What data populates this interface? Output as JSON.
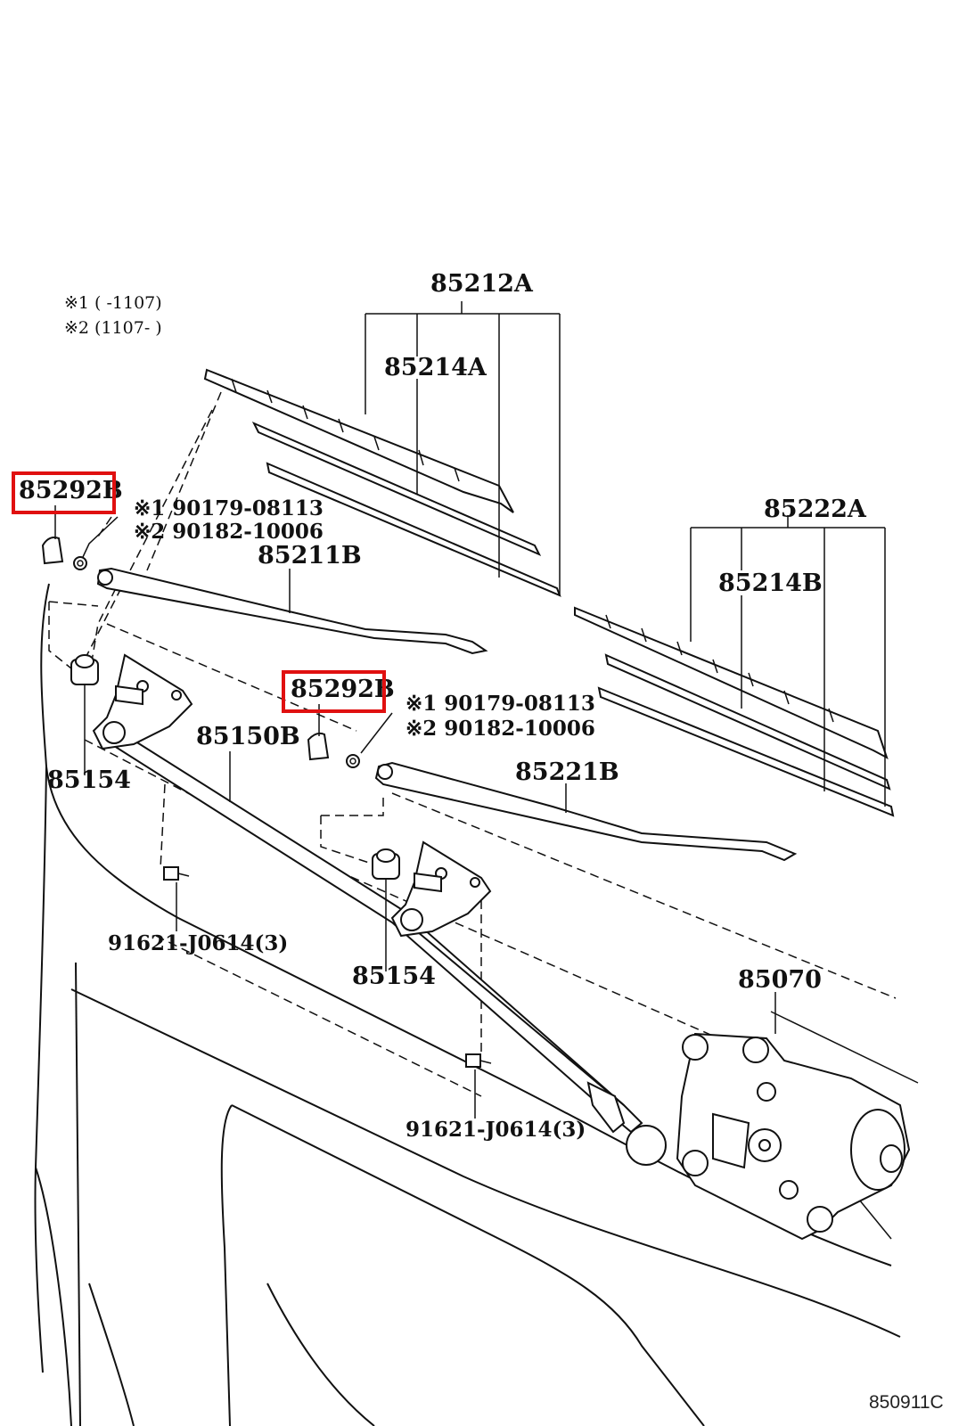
{
  "notes": {
    "n1": "※1 (        -1107)",
    "n2": "※2 (1107-        )"
  },
  "labels": {
    "p85212A": "85212A",
    "p85214A": "85214A",
    "p85292B_left": "85292B",
    "p85211B": "85211B",
    "bolt1_left": "※1 90179-08113",
    "bolt2_left": "※2 90182-10006",
    "p85222A": "85222A",
    "p85214B": "85214B",
    "p85292B_center": "85292B",
    "bolt1_center": "※1 90179-08113",
    "bolt2_center": "※2 90182-10006",
    "p85150B": "85150B",
    "p85221B": "85221B",
    "p85154_left": "85154",
    "p85154_center": "85154",
    "p91621_left": "91621-J0614(3)",
    "p91621_center": "91621-J0614(3)",
    "p85070": "85070",
    "diagram_code": "850911C"
  },
  "highlight_color": "#e01010"
}
